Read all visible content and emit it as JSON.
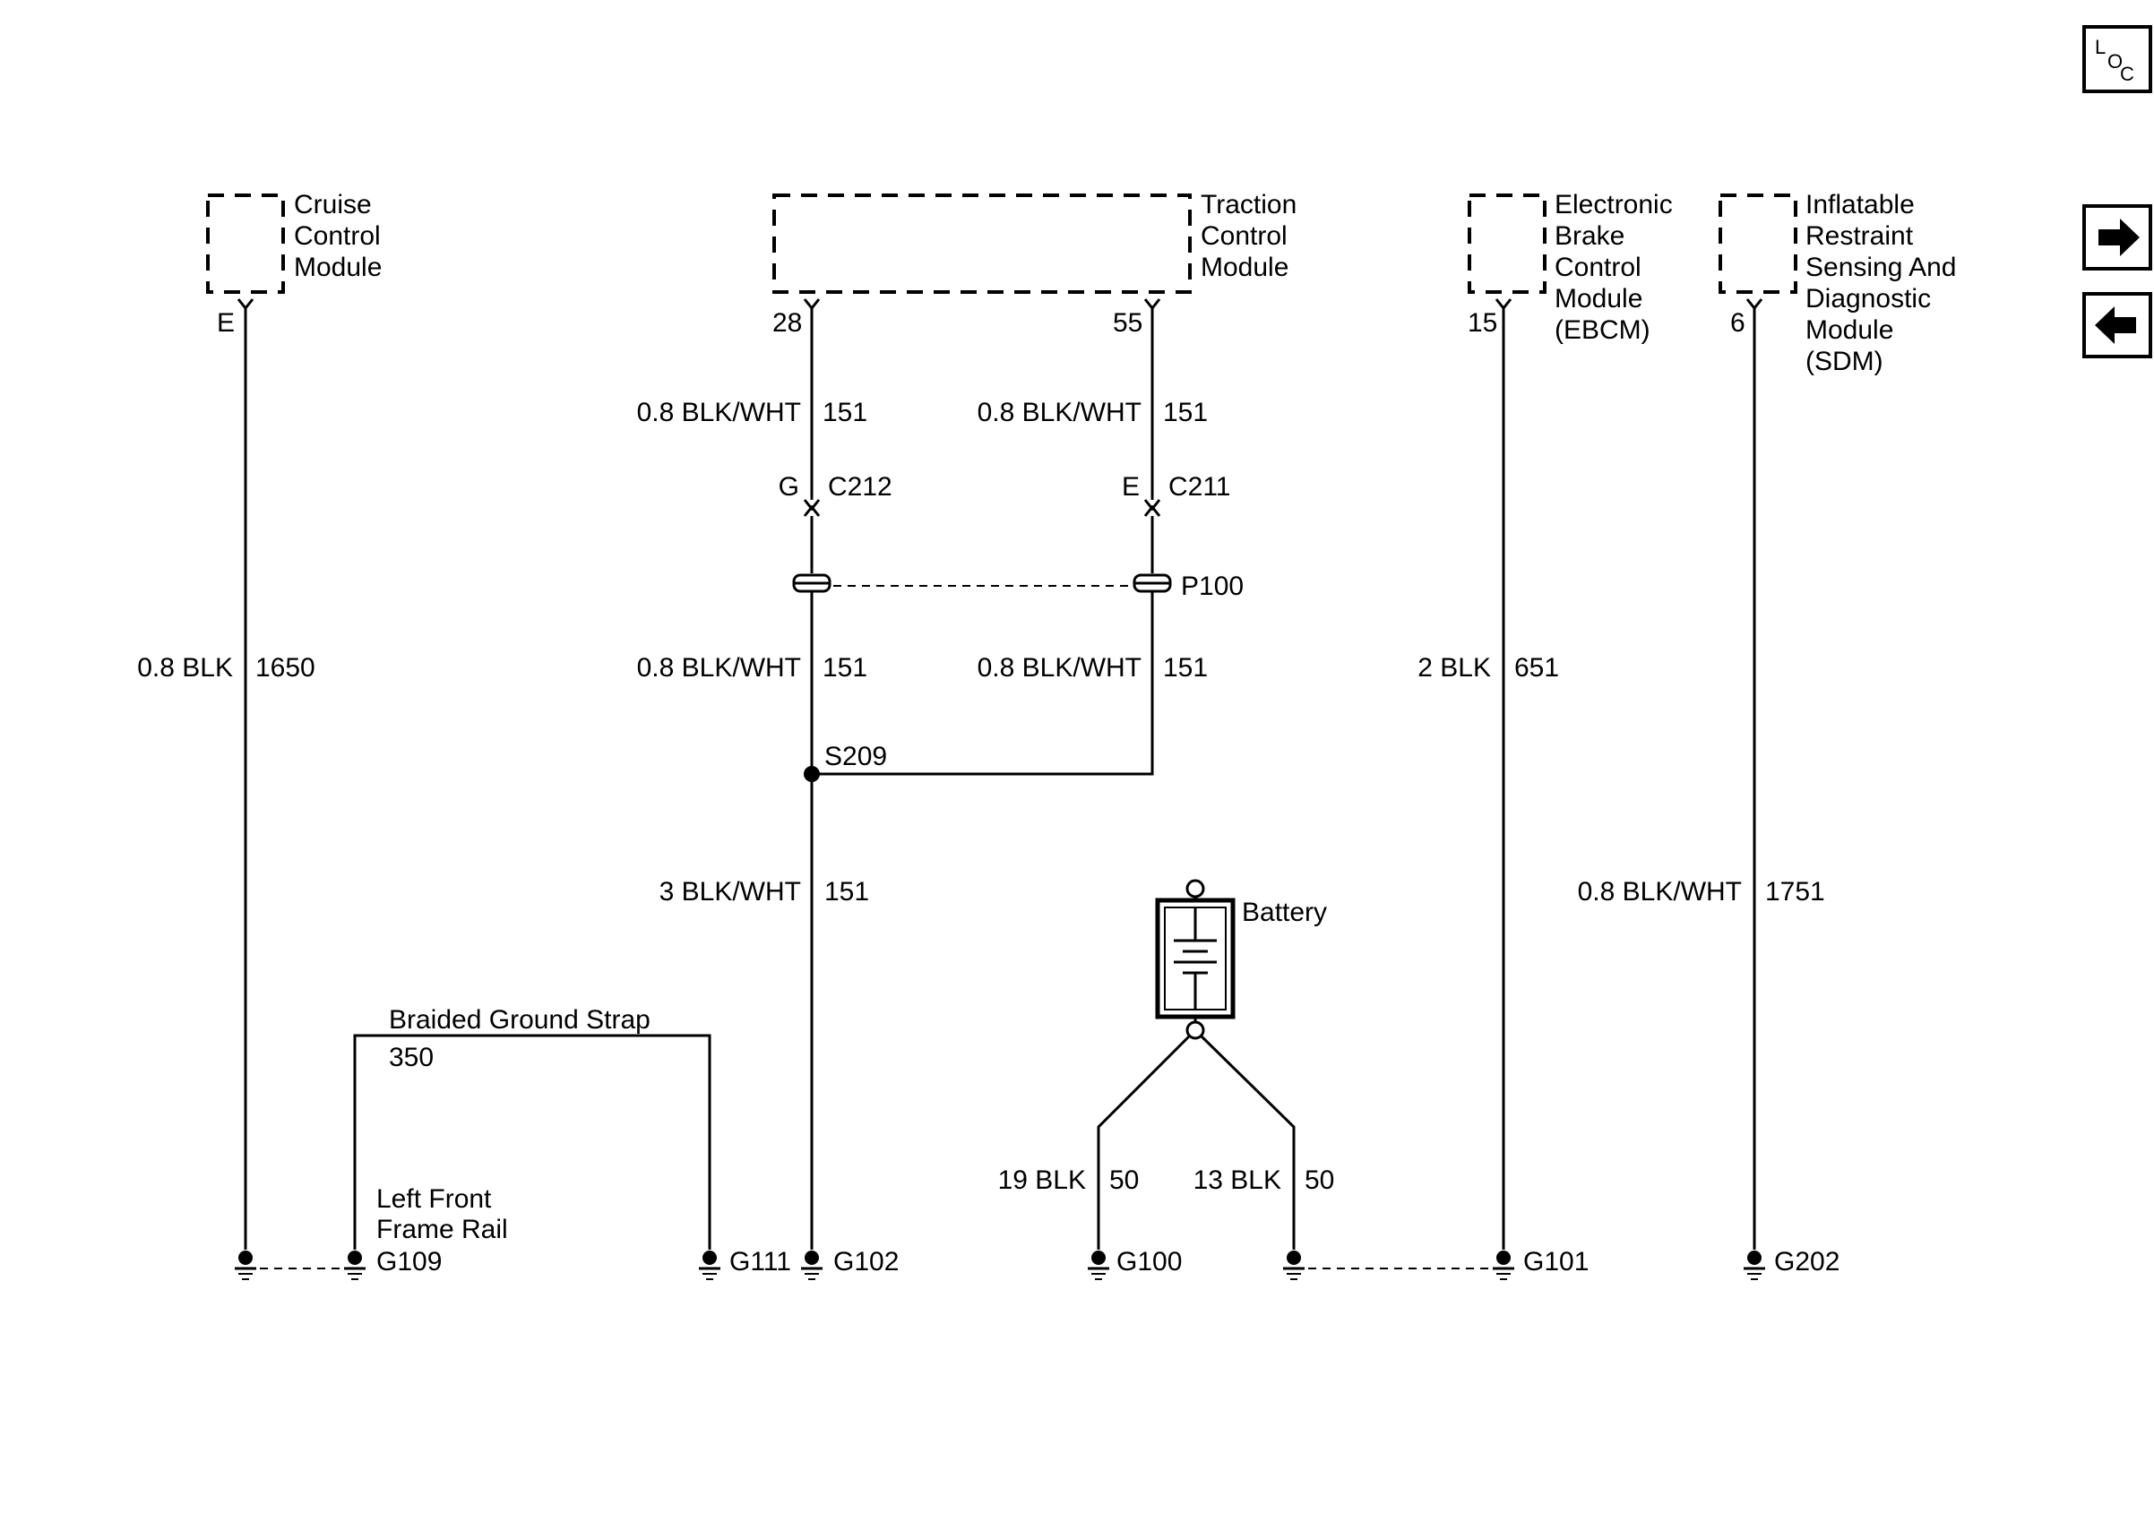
{
  "loc_button": {
    "letters": [
      "L",
      "O",
      "C"
    ]
  },
  "nav": {
    "forward": "forward-arrow",
    "back": "back-arrow"
  },
  "modules": {
    "cruise": {
      "lines": [
        "Cruise",
        "Control",
        "Module"
      ],
      "pin": "E"
    },
    "traction": {
      "lines": [
        "Traction",
        "Control",
        "Module"
      ],
      "pin_a": "28",
      "pin_b": "55"
    },
    "ebcm": {
      "lines": [
        "Electronic",
        "Brake",
        "Control",
        "Module",
        "(EBCM)"
      ],
      "pin": "15"
    },
    "sdm": {
      "lines": [
        "Inflatable",
        "Restraint",
        "Sensing And",
        "Diagnostic",
        "Module",
        "(SDM)"
      ],
      "pin": "6"
    }
  },
  "wires": {
    "cruise": {
      "gauge_color": "0.8 BLK",
      "circuit": "1650"
    },
    "tcm_a_upper": {
      "gauge_color": "0.8 BLK/WHT",
      "circuit": "151"
    },
    "tcm_b_upper": {
      "gauge_color": "0.8 BLK/WHT",
      "circuit": "151"
    },
    "tcm_a_lower": {
      "gauge_color": "0.8 BLK/WHT",
      "circuit": "151"
    },
    "tcm_b_lower": {
      "gauge_color": "0.8 BLK/WHT",
      "circuit": "151"
    },
    "s209_out": {
      "gauge_color": "3 BLK/WHT",
      "circuit": "151"
    },
    "ebcm": {
      "gauge_color": "2 BLK",
      "circuit": "651"
    },
    "sdm": {
      "gauge_color": "0.8 BLK/WHT",
      "circuit": "1751"
    },
    "battery_left": {
      "gauge_color": "19 BLK",
      "circuit": "50"
    },
    "battery_right": {
      "gauge_color": "13 BLK",
      "circuit": "50"
    },
    "strap": {
      "name": "Braided Ground Strap",
      "circuit": "350"
    }
  },
  "connectors": {
    "c212": {
      "pin": "G",
      "name": "C212"
    },
    "c211": {
      "pin": "E",
      "name": "C211"
    },
    "p100": {
      "name": "P100"
    }
  },
  "splice": {
    "name": "S209"
  },
  "battery": {
    "label": "Battery"
  },
  "grounds": {
    "g109": "G109",
    "g109_location": [
      "Left Front",
      "Frame Rail"
    ],
    "g111": "G111",
    "g102": "G102",
    "g100": "G100",
    "g101": "G101",
    "g202": "G202"
  }
}
